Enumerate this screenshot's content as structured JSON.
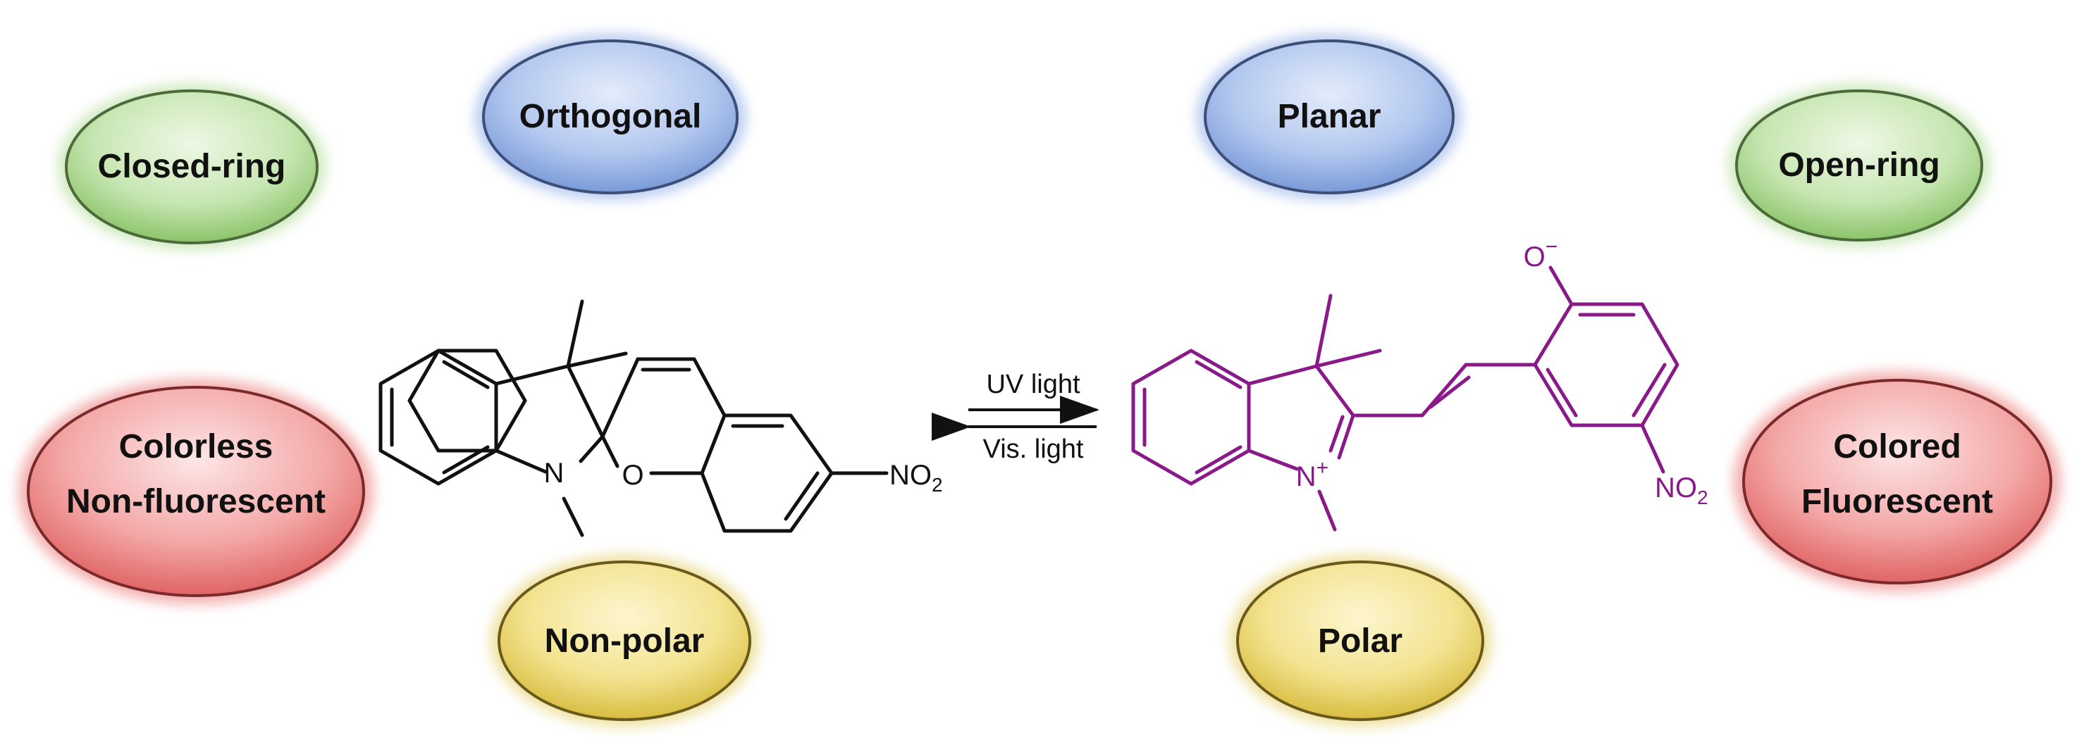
{
  "colors": {
    "green": "#b8dda0",
    "blue": "#9eb8e6",
    "yellow": "#f0dc78",
    "red": "#f08a8a",
    "spiropyran": "#111111",
    "merocyanine": "#8a1a8a"
  },
  "labels": {
    "closed_ring": "Closed-ring",
    "orthogonal": "Orthogonal",
    "planar": "Planar",
    "open_ring": "Open-ring",
    "colorless_line1": "Colorless",
    "colorless_line2": "Non-fluorescent",
    "colored_line1": "Colored",
    "colored_line2": "Fluorescent",
    "non_polar": "Non-polar",
    "polar": "Polar"
  },
  "reaction": {
    "forward": "UV light",
    "reverse": "Vis. light"
  },
  "spiropyran": {
    "n_label": "N",
    "o_label": "O",
    "no2_main": "NO",
    "no2_sub": "2"
  },
  "merocyanine": {
    "n_label": "N",
    "n_charge": "+",
    "o_label": "O",
    "o_charge": "−",
    "no2_main": "NO",
    "no2_sub": "2"
  }
}
